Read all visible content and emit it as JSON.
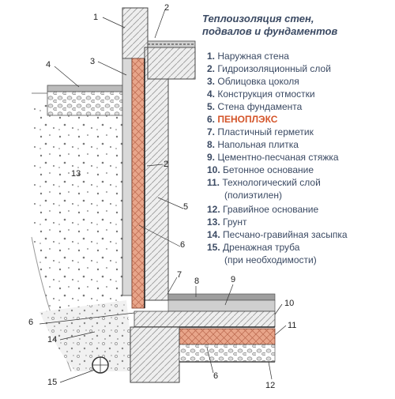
{
  "title": [
    "Теплоизоляция стен,",
    "подвалов и фундаментов"
  ],
  "legend": [
    {
      "num": "1.",
      "text": "Наружная стена"
    },
    {
      "num": "2.",
      "text": "Гидроизоляционный слой"
    },
    {
      "num": "3.",
      "text": "Облицовка цоколя"
    },
    {
      "num": "4.",
      "text": "Конструкция отмостки"
    },
    {
      "num": "5.",
      "text": "Стена фундамента"
    },
    {
      "num": "6.",
      "text": "ПЕНОПЛЭКС",
      "highlight": true
    },
    {
      "num": "7.",
      "text": "Пластичный герметик"
    },
    {
      "num": "8.",
      "text": "Напольная плитка"
    },
    {
      "num": "9.",
      "text": "Цементно-песчаная стяжка"
    },
    {
      "num": "10.",
      "text": "Бетонное основание"
    },
    {
      "num": "11.",
      "text": "Технологический слой"
    },
    {
      "num": "",
      "text": "(полиэтилен)"
    },
    {
      "num": "12.",
      "text": "Гравийное основание"
    },
    {
      "num": "13.",
      "text": "Грунт"
    },
    {
      "num": "14.",
      "text": "Песчано-гравийная засыпка"
    },
    {
      "num": "15.",
      "text": "Дренажная труба"
    },
    {
      "num": "",
      "text": "(при необходимости)"
    }
  ],
  "callouts": [
    "1",
    "2",
    "3",
    "4",
    "13",
    "2",
    "5",
    "6",
    "7",
    "8",
    "9",
    "10",
    "11",
    "6",
    "14",
    "15",
    "6",
    "12"
  ],
  "colors": {
    "foam": "#e8a58a",
    "text": "#3b4a63",
    "highlight": "#d4552a"
  }
}
